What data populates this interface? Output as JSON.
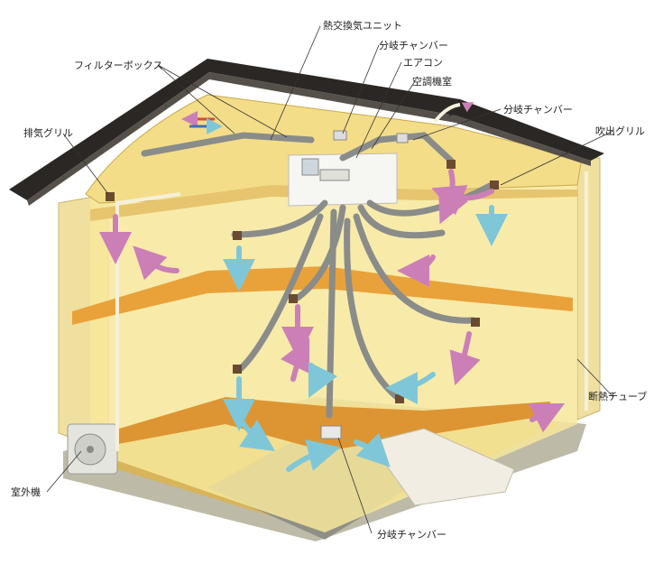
{
  "labels": {
    "heat_exchange_unit": "熱交換気ユニット",
    "branch_chamber_top_1": "分岐チャンバー",
    "air_conditioner": "エアコン",
    "ac_room": "空調機室",
    "filter_box": "フィルターボックス",
    "branch_chamber_top_2": "分岐チャンバー",
    "exhaust_grille": "排気グリル",
    "outlet_grille": "吹出グリル",
    "insulated_tube": "断熱チューブ",
    "outdoor_unit": "室外機",
    "branch_chamber_bottom": "分岐チャンバー"
  },
  "colors": {
    "roof": "#2b2724",
    "wall": "#f3e6a6",
    "interior": "#f6df88",
    "floor": "#e9a43c",
    "ground": "#a9a79a",
    "duct": "#8a8c8a",
    "supply_arrow": "#cc7fb7",
    "return_arrow": "#7fc7d8"
  }
}
